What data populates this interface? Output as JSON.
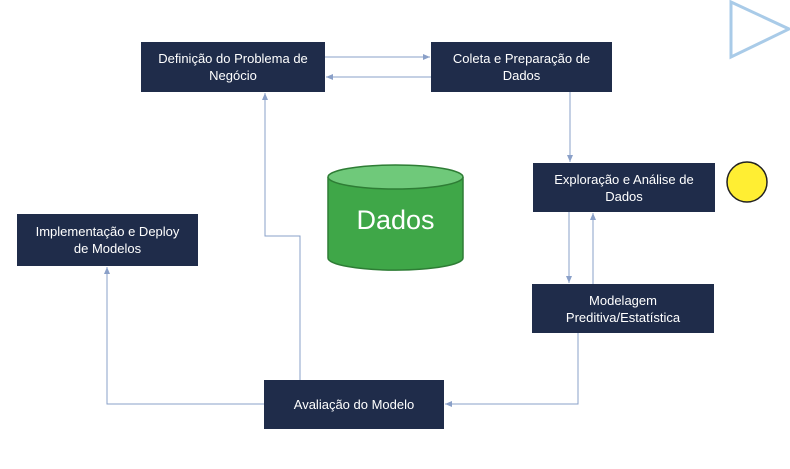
{
  "diagram": {
    "boxes": {
      "definicao": "Definição do Problema de\nNegócio",
      "coleta": "Coleta e Preparação de\nDados",
      "exploracao": "Exploração e Análise de\nDados",
      "modelagem": "Modelagem\nPreditiva/Estatística",
      "avaliacao": "Avaliação do Modelo",
      "implementacao": "Implementação e Deploy\nde Modelos"
    },
    "database_label": "Dados"
  },
  "colors": {
    "box_fill": "#1f2c4a",
    "box_text": "#ffffff",
    "arrow": "#8aa0c8",
    "cylinder_body": "#3fa748",
    "cylinder_top": "#6fc97a",
    "cylinder_stroke": "#2e7d35",
    "marker_circle": "#ffee33",
    "play_outline": "#a9cbe8"
  },
  "icons": {
    "top_right": "play-triangle-icon",
    "right_marker": "yellow-circle-icon",
    "center": "database-cylinder-icon"
  }
}
